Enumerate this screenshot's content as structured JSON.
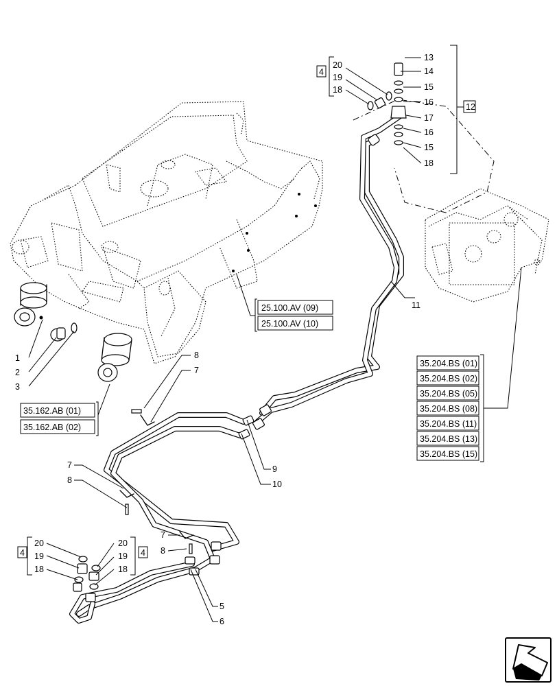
{
  "callouts": {
    "c1": "1",
    "c2": "2",
    "c3": "3",
    "c5": "5",
    "c6": "6",
    "c7a": "7",
    "c7b": "7",
    "c7c": "7",
    "c8a": "8",
    "c8b": "8",
    "c8c": "8",
    "c9": "9",
    "c10": "10",
    "c11": "11",
    "c12": "12",
    "c13": "13",
    "c14": "14",
    "c15a": "15",
    "c15b": "15",
    "c16a": "16",
    "c16b": "16",
    "c17": "17",
    "c18a": "18",
    "tl4": "4",
    "tl20": "20",
    "tl19": "19",
    "tl18": "18",
    "bl4": "4",
    "bl20": "20",
    "bl19": "19",
    "bl18": "18",
    "br4": "4",
    "br20": "20",
    "br19": "19",
    "br18": "18"
  },
  "refs": {
    "axle": [
      "25.100.AV (09)",
      "25.100.AV (10)"
    ],
    "cylinder": [
      "35.162.AB (01)",
      "35.162.AB (02)"
    ],
    "valve": [
      "35.204.BS (01)",
      "35.204.BS (02)",
      "35.204.BS (05)",
      "35.204.BS (08)",
      "35.204.BS (11)",
      "35.204.BS (13)",
      "35.204.BS (15)"
    ]
  },
  "icons": {
    "nav": "arrow-previous-icon"
  }
}
